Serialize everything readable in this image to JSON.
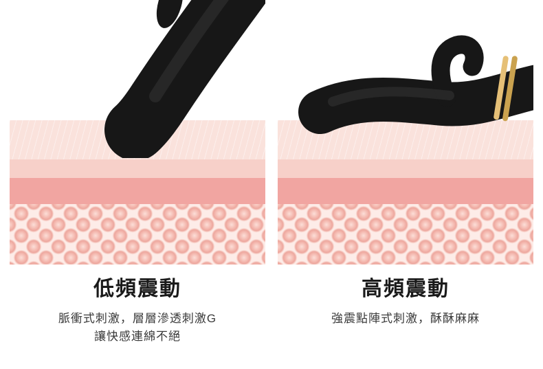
{
  "panels": [
    {
      "id": "low-frequency",
      "heading": "低頻震動",
      "description_lines": [
        "脈衝式刺激，層層滲透刺激G",
        "讓快感連綿不絕"
      ]
    },
    {
      "id": "high-frequency",
      "heading": "高頻震動",
      "description_lines": [
        "強震點陣式刺激，酥酥麻麻"
      ]
    }
  ],
  "colors": {
    "background": "#ffffff",
    "skin_layer_top": "#fae2dc",
    "skin_layer_mid": "#f7d0c9",
    "skin_layer_deep": "#f1a5a1",
    "cell_layer_bg": "#fdece8",
    "cell_bubble": "#eda79e",
    "device_body": "#171717",
    "device_gold_ring": "#e6c077",
    "heading_text": "#1a1a1a",
    "body_text": "#3a3a3a"
  }
}
